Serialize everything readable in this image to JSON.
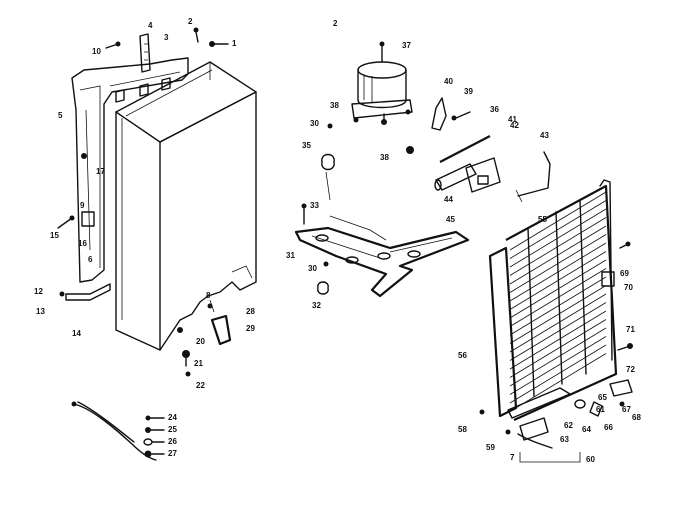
{
  "figure_mark": "2",
  "parts": [
    {
      "id": "p1",
      "text": "1"
    },
    {
      "id": "p2",
      "text": "2"
    },
    {
      "id": "p3",
      "text": "3"
    },
    {
      "id": "p4",
      "text": "4"
    },
    {
      "id": "p5",
      "text": "5"
    },
    {
      "id": "p6",
      "text": "6"
    },
    {
      "id": "p7",
      "text": "7"
    },
    {
      "id": "p8",
      "text": "8"
    },
    {
      "id": "p9",
      "text": "9"
    },
    {
      "id": "p10",
      "text": "10"
    },
    {
      "id": "p12",
      "text": "12"
    },
    {
      "id": "p13",
      "text": "13"
    },
    {
      "id": "p14",
      "text": "14"
    },
    {
      "id": "p15",
      "text": "15"
    },
    {
      "id": "p16",
      "text": "16"
    },
    {
      "id": "p17",
      "text": "17"
    },
    {
      "id": "p20",
      "text": "20"
    },
    {
      "id": "p21",
      "text": "21"
    },
    {
      "id": "p22",
      "text": "22"
    },
    {
      "id": "p24",
      "text": "24"
    },
    {
      "id": "p25",
      "text": "25"
    },
    {
      "id": "p26",
      "text": "26"
    },
    {
      "id": "p27",
      "text": "27"
    },
    {
      "id": "p28",
      "text": "28"
    },
    {
      "id": "p29",
      "text": "29"
    },
    {
      "id": "p30",
      "text": "30"
    },
    {
      "id": "p30b",
      "text": "30"
    },
    {
      "id": "p31",
      "text": "31"
    },
    {
      "id": "p32",
      "text": "32"
    },
    {
      "id": "p33",
      "text": "33"
    },
    {
      "id": "p35",
      "text": "35"
    },
    {
      "id": "p36",
      "text": "36"
    },
    {
      "id": "p37",
      "text": "37"
    },
    {
      "id": "p38",
      "text": "38"
    },
    {
      "id": "p38b",
      "text": "38"
    },
    {
      "id": "p39",
      "text": "39"
    },
    {
      "id": "p40",
      "text": "40"
    },
    {
      "id": "p41",
      "text": "41"
    },
    {
      "id": "p42",
      "text": "42"
    },
    {
      "id": "p43",
      "text": "43"
    },
    {
      "id": "p44",
      "text": "44"
    },
    {
      "id": "p45",
      "text": "45"
    },
    {
      "id": "p55",
      "text": "55"
    },
    {
      "id": "p56",
      "text": "56"
    },
    {
      "id": "p58",
      "text": "58"
    },
    {
      "id": "p59",
      "text": "59"
    },
    {
      "id": "p60",
      "text": "60"
    },
    {
      "id": "p61",
      "text": "61"
    },
    {
      "id": "p62",
      "text": "62"
    },
    {
      "id": "p63",
      "text": "63"
    },
    {
      "id": "p64",
      "text": "64"
    },
    {
      "id": "p65",
      "text": "65"
    },
    {
      "id": "p66",
      "text": "66"
    },
    {
      "id": "p67",
      "text": "67"
    },
    {
      "id": "p68",
      "text": "68"
    },
    {
      "id": "p69",
      "text": "69"
    },
    {
      "id": "p70",
      "text": "70"
    },
    {
      "id": "p71",
      "text": "71"
    },
    {
      "id": "p72",
      "text": "72"
    }
  ]
}
